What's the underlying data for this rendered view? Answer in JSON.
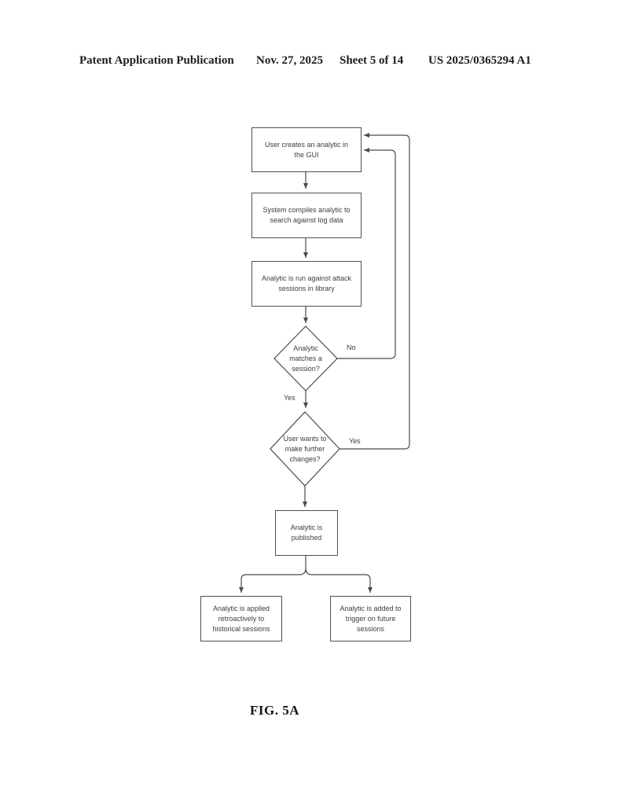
{
  "header": {
    "left": "Patent Application Publication",
    "date": "Nov. 27, 2025",
    "sheet": "Sheet 5 of 14",
    "patent_number": "US 2025/0365294 A1"
  },
  "figure": {
    "caption": "FIG. 5A"
  },
  "flowchart": {
    "ink_color": "#4a4a4a",
    "text_color": "#3d3d3d",
    "nodes": {
      "create": {
        "type": "process",
        "label": "User creates an analytic in\nthe GUI"
      },
      "compile": {
        "type": "process",
        "label": "System compiles analytic to\nsearch against log data"
      },
      "run": {
        "type": "process",
        "label": "Analytic is run against attack\nsessions in library"
      },
      "matches": {
        "type": "decision",
        "label": "Analytic\nmatches a\nsession?"
      },
      "changes": {
        "type": "decision",
        "label": "User wants to\nmake further\nchanges?"
      },
      "published": {
        "type": "process",
        "label": "Analytic is\npublished"
      },
      "retro": {
        "type": "process",
        "label": "Analytic is applied\nretroactively to\nhistorical sessions"
      },
      "future": {
        "type": "process",
        "label": "Analytic is added to\ntrigger on future\nsessions"
      }
    },
    "edge_labels": {
      "matches_no": "No",
      "matches_yes": "Yes",
      "changes_yes": "Yes"
    }
  }
}
